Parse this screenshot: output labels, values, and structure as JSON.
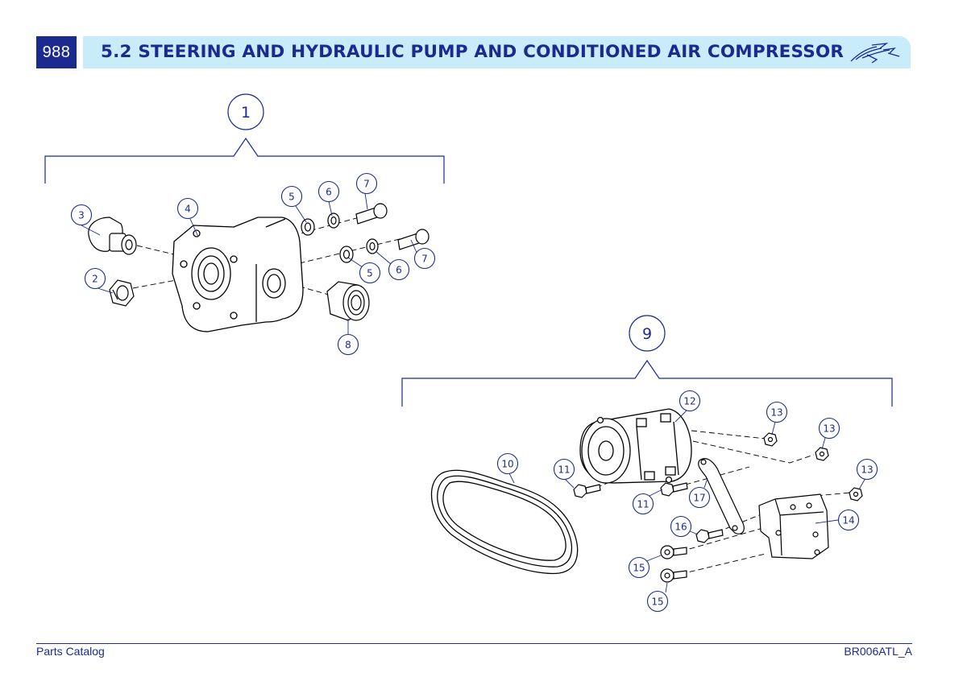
{
  "page_number": "988",
  "section_title": "5.2 STEERING AND HYDRAULIC PUMP AND CONDITIONED AIR COMPRESSOR",
  "footer": {
    "left": "Parts Catalog",
    "right": "BR006ATL_A"
  },
  "colors": {
    "brand": "#1b2a8f",
    "title_bg": "#c8ecf9",
    "line": "#000000"
  },
  "icons": {
    "logo": "bird-logo-icon"
  },
  "callouts": {
    "1": "1",
    "2": "2",
    "3": "3",
    "4": "4",
    "5a": "5",
    "5b": "5",
    "6a": "6",
    "6b": "6",
    "7a": "7",
    "7b": "7",
    "8": "8",
    "9": "9",
    "10": "10",
    "11a": "11",
    "11b": "11",
    "12": "12",
    "13a": "13",
    "13b": "13",
    "13c": "13",
    "14": "14",
    "15a": "15",
    "15b": "15",
    "16": "16",
    "17": "17"
  }
}
